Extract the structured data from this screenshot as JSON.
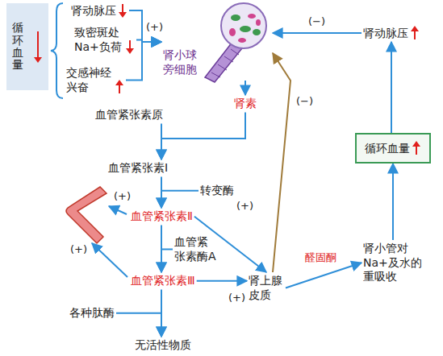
{
  "diagram": {
    "nodes": [
      {
        "text": [
          "循环血量"
        ]
      },
      {
        "text": [
          "肾动脉压"
        ]
      },
      {
        "text": [
          "致密斑处 Na+负荷"
        ]
      },
      {
        "text": [
          "交感神经 兴奋"
        ]
      },
      {
        "text": [
          "肾小球 旁细胞"
        ]
      },
      {
        "text": [
          "肾素"
        ]
      },
      {
        "text": [
          "血管紧张素原"
        ]
      },
      {
        "text": [
          "血管紧张素Ⅰ"
        ]
      },
      {
        "text": [
          "转变酶"
        ]
      },
      {
        "text": [
          "血管紧张素Ⅱ"
        ]
      },
      {
        "text": [
          "血管紧 张素酶A"
        ]
      },
      {
        "text": [
          "血管紧张素Ⅲ"
        ]
      },
      {
        "text": [
          "各种肽酶"
        ]
      },
      {
        "text": [
          "无活性物质"
        ]
      },
      {
        "text": [
          "肾上腺 皮质"
        ]
      },
      {
        "text": [
          "肾小管对 Na+及水的 重吸收"
        ]
      },
      {
        "text": [
          "循环血量"
        ]
      },
      {
        "text": [
          "肾动脉压"
        ]
      }
    ],
    "edges": [
      {
        "from": 1,
        "to": 4,
        "arrow": "to"
      },
      {
        "from": 2,
        "to": 4,
        "arrow": "to"
      },
      {
        "from": 3,
        "to": 4,
        "arrow": "to"
      },
      {
        "from": 4,
        "to": 5,
        "arrow": "to"
      },
      {
        "from": 5,
        "to": 7,
        "arrow": "to"
      },
      {
        "from": 6,
        "to": 7,
        "arrow": "to"
      },
      {
        "from": 7,
        "to": 9,
        "arrow": "to"
      },
      {
        "from": 8,
        "to": 9,
        "arrow": "to"
      },
      {
        "from": 9,
        "to": 11,
        "arrow": "to"
      },
      {
        "from": 10,
        "to": 11,
        "arrow": "to"
      },
      {
        "from": 11,
        "to": 13,
        "arrow": "to"
      },
      {
        "from": 12,
        "to": 13,
        "arrow": "to"
      },
      {
        "from": 9,
        "to": 14,
        "arrow": "to"
      },
      {
        "from": 11,
        "to": 14,
        "arrow": "to"
      },
      {
        "from": 14,
        "to": 15,
        "label": "醛固酮",
        "arrow": "to"
      },
      {
        "from": 15,
        "to": 16,
        "arrow": "to"
      },
      {
        "from": 16,
        "to": 17,
        "arrow": "to"
      },
      {
        "from": 17,
        "to": 4,
        "label": "(−)",
        "arrow": "to"
      },
      {
        "from": 14,
        "to": 4,
        "label": "(−)",
        "arrow": "to"
      }
    ],
    "labels": [
      "(+)",
      "(+)",
      "(+)",
      "(+)",
      "(+)"
    ]
  }
}
